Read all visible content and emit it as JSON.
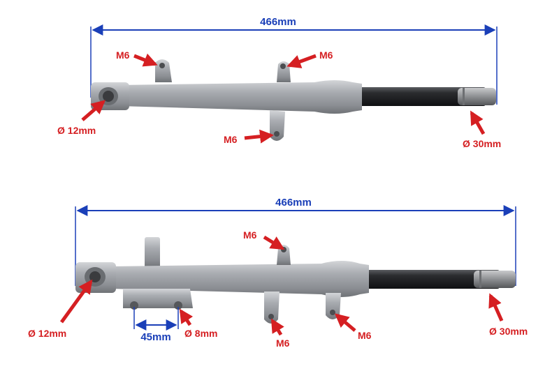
{
  "colors": {
    "dimension": "#1a3fb8",
    "callout": "#d51f22",
    "tube": "#9a9da2",
    "stanchion": "#1c1c1e"
  },
  "top_fork": {
    "length_label": "466mm",
    "callouts": {
      "m6_left": "M6",
      "m6_right": "M6",
      "m6_bottom": "M6",
      "axle_diameter": "Ø 12mm",
      "tube_diameter": "Ø 30mm"
    }
  },
  "bottom_fork": {
    "length_label": "466mm",
    "callouts": {
      "m6_top": "M6",
      "m6_bottom_left": "M6",
      "m6_bottom_right": "M6",
      "axle_diameter": "Ø 12mm",
      "hole_diameter": "Ø 8mm",
      "hole_spacing": "45mm",
      "tube_diameter": "Ø 30mm"
    }
  }
}
